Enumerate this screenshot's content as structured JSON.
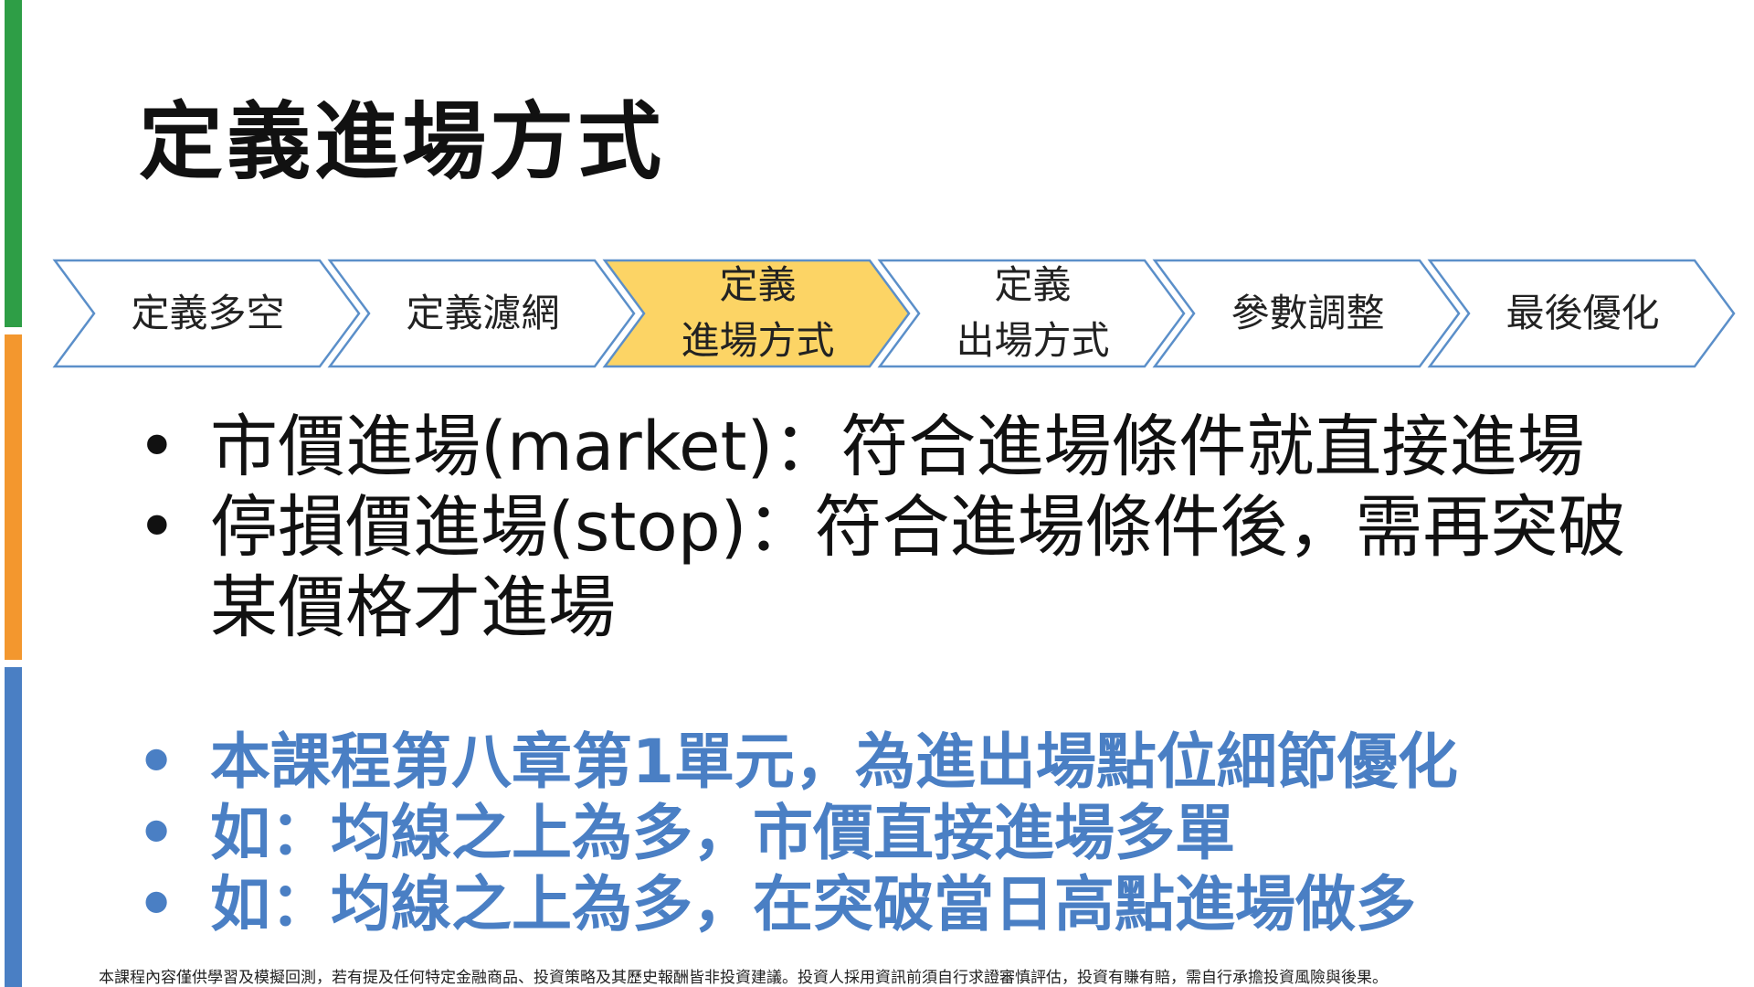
{
  "colors": {
    "green_bar": "#2e9e46",
    "orange_bar": "#f3972e",
    "blue_bar": "#4a7fc4",
    "step_border": "#5b8fc9",
    "step_active_fill": "#fcd465",
    "blue_text": "#4a7fc4"
  },
  "title": "定義進場方式",
  "steps": [
    {
      "label": "定義多空",
      "active": false
    },
    {
      "label": "定義濾網",
      "active": false
    },
    {
      "label": "定義\n進場方式",
      "active": true
    },
    {
      "label": "定義\n出場方式",
      "active": false
    },
    {
      "label": "參數調整",
      "active": false
    },
    {
      "label": "最後優化",
      "active": false
    }
  ],
  "bullets": [
    "市價進場(market)：符合進場條件就直接進場",
    "停損價進場(stop)：符合進場條件後，需再突破某價格才進場"
  ],
  "blue_bullets": [
    "本課程第八章第1單元，為進出場點位細節優化",
    "如：均線之上為多，市價直接進場多單",
    "如：均線之上為多，在突破當日高點進場做多"
  ],
  "disclaimer": "本課程內容僅供學習及模擬回測，若有提及任何特定金融商品、投資策略及其歷史報酬皆非投資建議。投資人採用資訊前須自行求證審慎評估，投資有賺有賠，需自行承擔投資風險與後果。"
}
